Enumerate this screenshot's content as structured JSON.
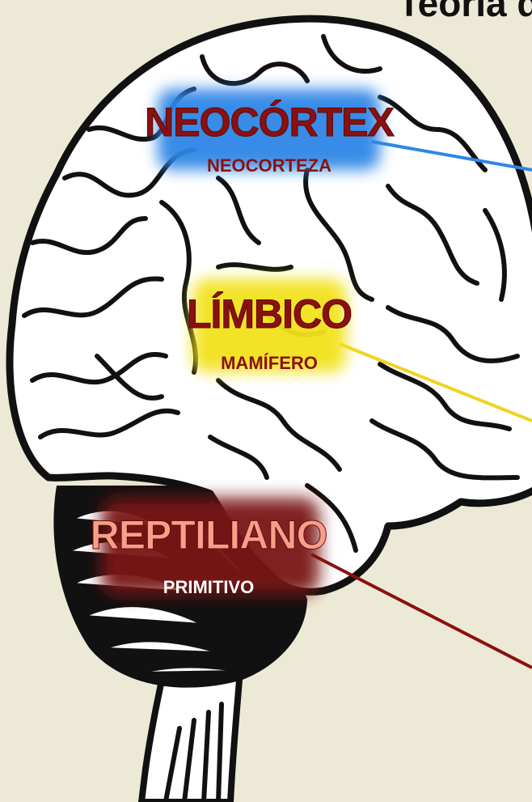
{
  "title_fragment": "Teoría d",
  "colors": {
    "background": "#ecead6",
    "neocortex_glow": "#2e86e6",
    "limbico_glow": "#f2e21c",
    "reptiliano_glow": "#7a1212",
    "label_dark_red": "#8b1010",
    "label_light_red": "#f5a08a"
  },
  "layers": [
    {
      "name": "NEOCÓRTEX",
      "sublabel": "NEOCORTEZA",
      "line_color": "#2e86e6"
    },
    {
      "name": "LÍMBICO",
      "sublabel": "MAMÍFERO",
      "line_color": "#f2d21c"
    },
    {
      "name": "REPTILIANO",
      "sublabel": "PRIMITIVO",
      "line_color": "#8b1010"
    }
  ]
}
